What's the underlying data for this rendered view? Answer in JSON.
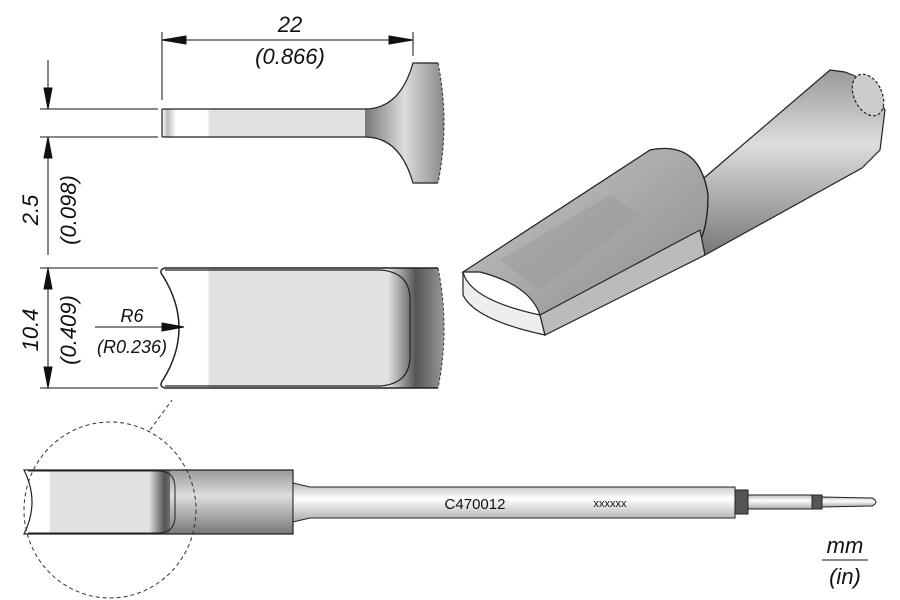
{
  "dimensions": {
    "length_mm": "22",
    "length_in": "(0.866)",
    "thickness_mm": "2.5",
    "thickness_in": "(0.098)",
    "width_mm": "10.4",
    "width_in": "(0.409)",
    "radius_mm": "R6",
    "radius_in": "(R0.236)"
  },
  "part": {
    "code": "C470012",
    "serial": "xxxxxx"
  },
  "units": {
    "primary": "mm",
    "secondary": "(in)"
  },
  "colors": {
    "metal": "#d9d9d9",
    "dark": "#7a7a7a",
    "outline": "#222222"
  }
}
